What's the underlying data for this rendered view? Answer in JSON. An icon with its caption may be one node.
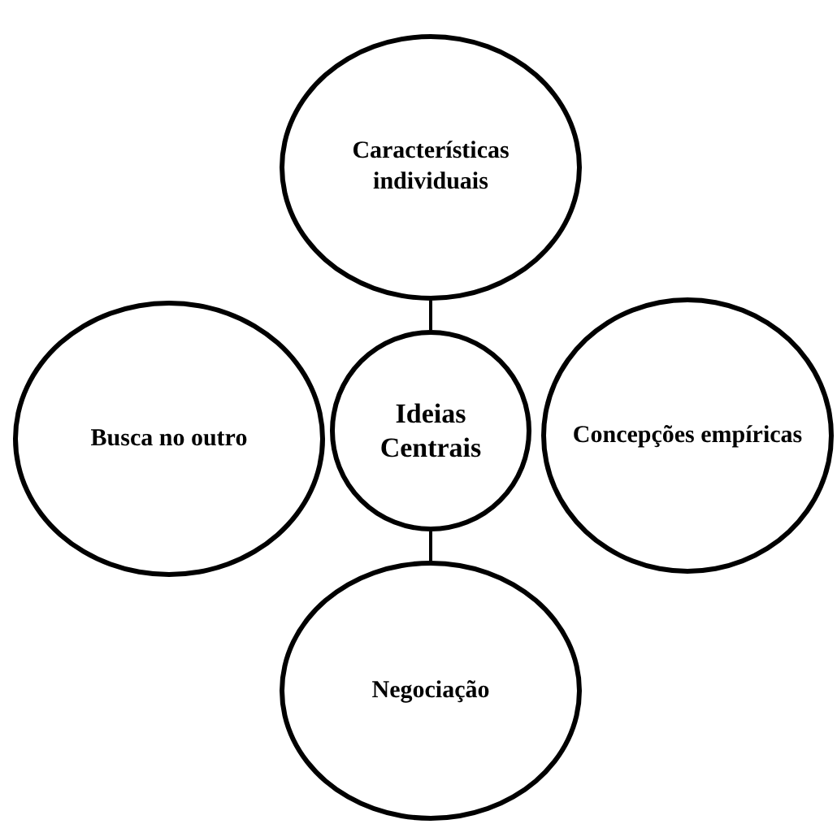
{
  "diagram": {
    "nodes": [
      {
        "text": [
          "Características individuais"
        ]
      },
      {
        "text": [
          "Busca no outro"
        ]
      },
      {
        "text": [
          "Ideias Centrais"
        ]
      },
      {
        "text": [
          "Concepções empíricas"
        ]
      },
      {
        "text": [
          "Negociação"
        ]
      }
    ],
    "edges": [
      {
        "from": 0,
        "to": 2,
        "arrow": "none"
      },
      {
        "from": 2,
        "to": 4,
        "arrow": "none"
      }
    ]
  }
}
